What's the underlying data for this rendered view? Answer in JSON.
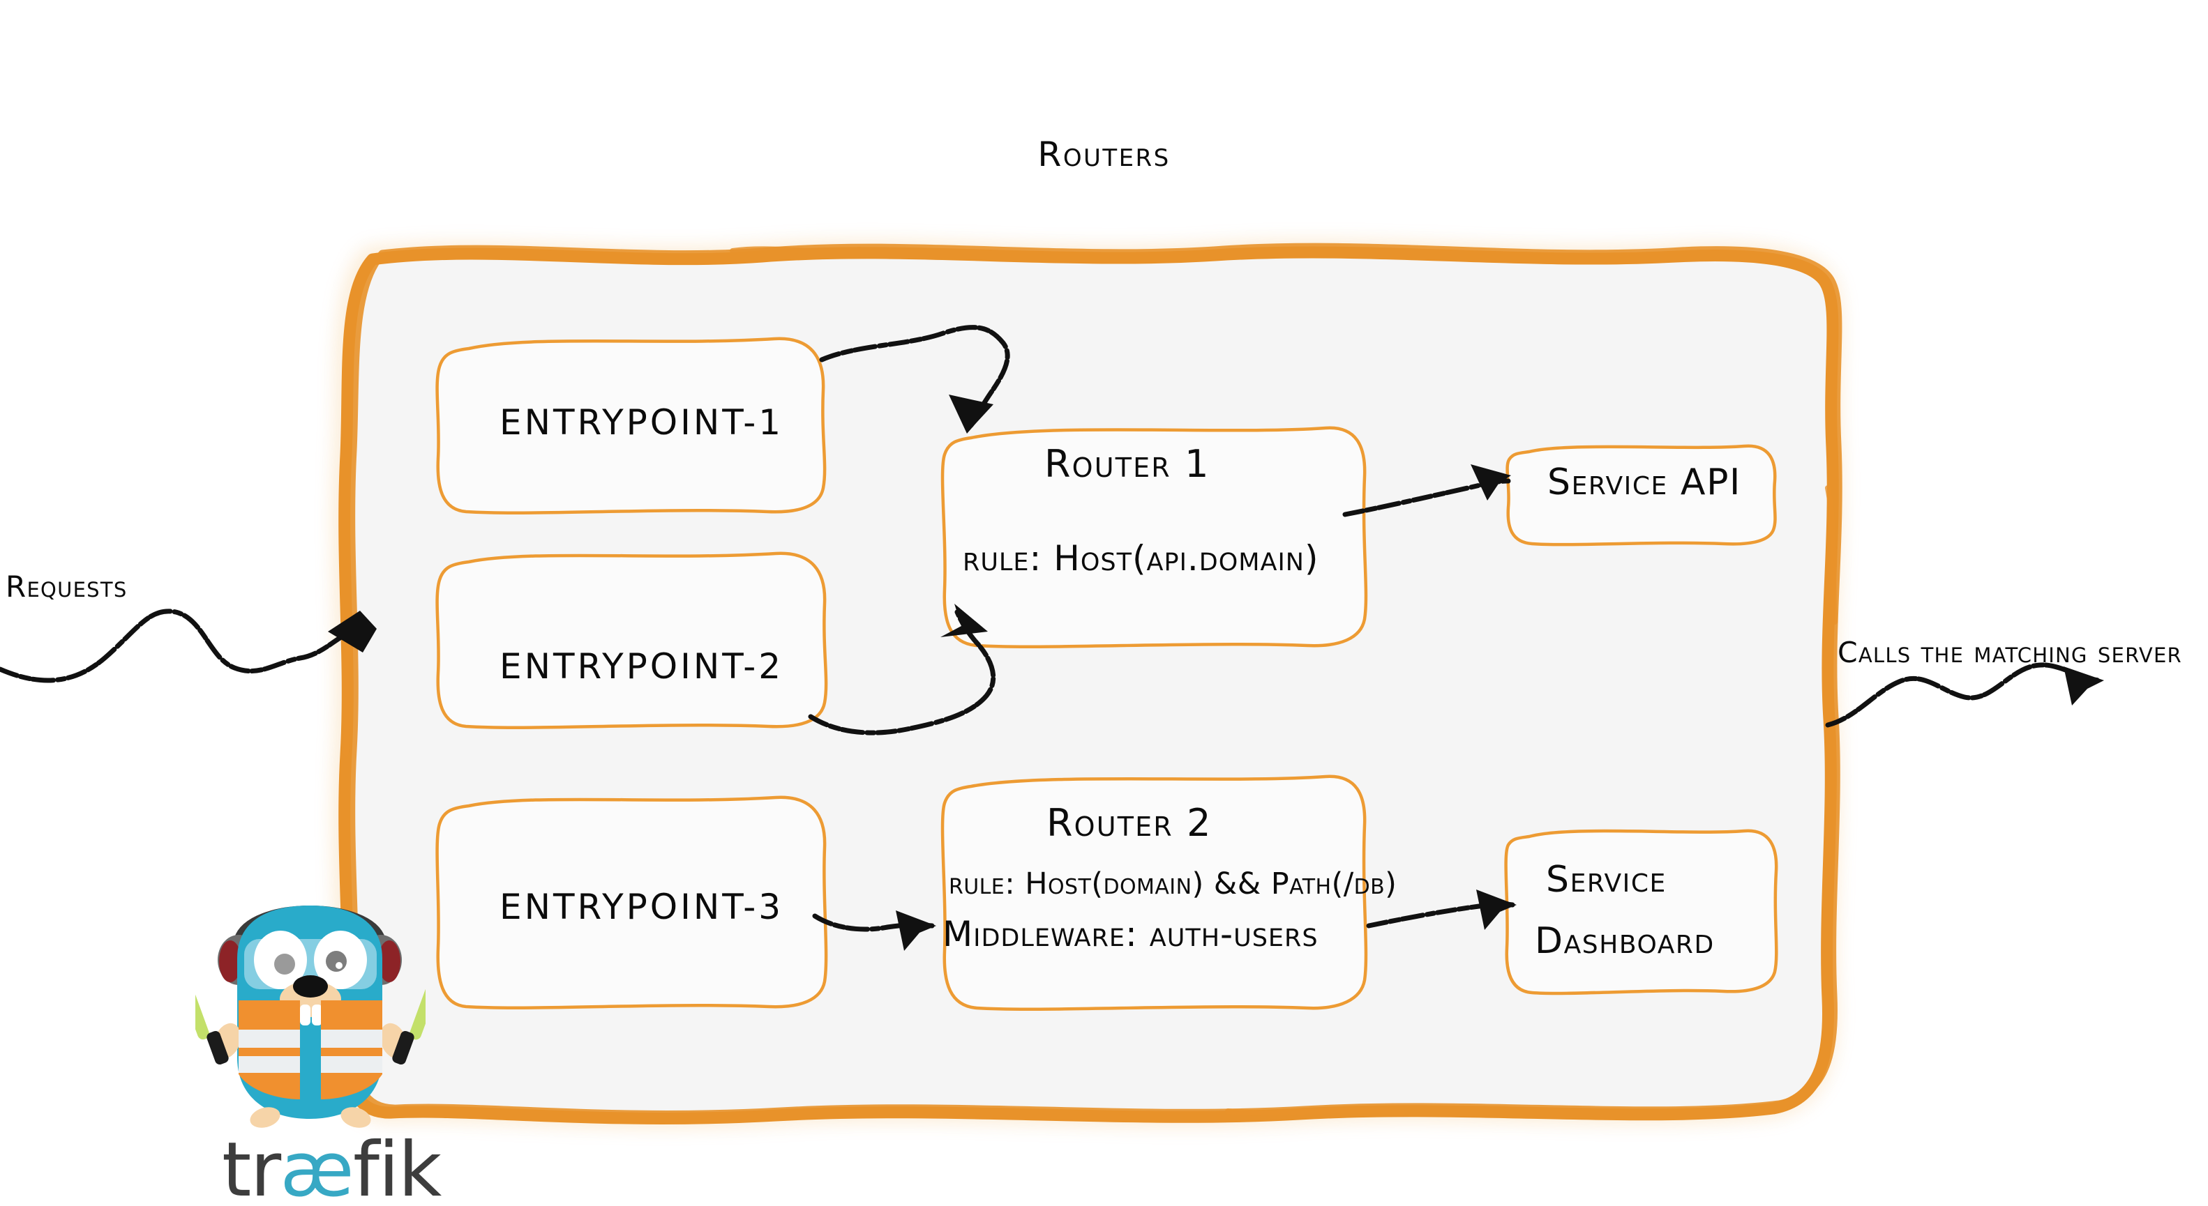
{
  "diagram": {
    "title": "Routers",
    "container_border_color": "#e8922a",
    "container_fill_color": "#f5f5f5",
    "box_border_color": "#ed9b33",
    "box_fill_color": "#fbfbfb",
    "text_color": "#0b0b0b"
  },
  "entrypoints": [
    {
      "id": "entrypoint-1",
      "label": "entrypoint-1"
    },
    {
      "id": "entrypoint-2",
      "label": "entrypoint-2"
    },
    {
      "id": "entrypoint-3",
      "label": "entrypoint-3"
    }
  ],
  "routers": [
    {
      "id": "router-1",
      "title": "Router 1",
      "rule": "rule: Host(api.domain)"
    },
    {
      "id": "router-2",
      "title": "Router 2",
      "rule": "rule: Host(domain) && Path(/db)",
      "middleware": "Middleware: auth-users"
    }
  ],
  "services": [
    {
      "id": "service-api",
      "label": "Service API"
    },
    {
      "id": "service-dashboard",
      "line1": "Service",
      "line2": "Dashboard"
    }
  ],
  "flow_labels": {
    "incoming": "Requests",
    "outgoing": "Calls the matching server"
  },
  "logo": {
    "wordmark_prefix": "tr",
    "wordmark_ligature": "æ",
    "wordmark_suffix": "fik",
    "mascot": "traefik-gopher-mascot",
    "body_color": "#29abca",
    "vest_color": "#f0902f",
    "wand_color": "#c3e06a",
    "wordmark_color": "#3d3d3d",
    "ligature_color": "#37a8c4"
  }
}
